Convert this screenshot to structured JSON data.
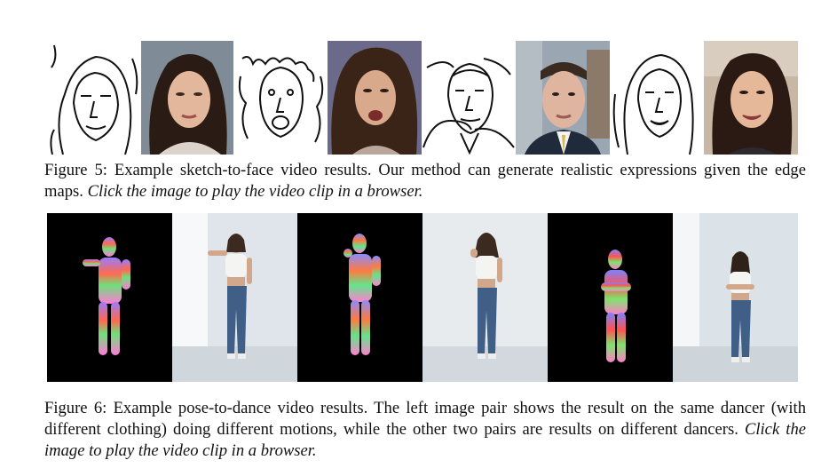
{
  "figure5": {
    "label": "Figure 5:",
    "text": "Example sketch-to-face video results. Our method can generate realistic expressions given the edge maps.",
    "link_text": "Click the image to play the video clip in a browser."
  },
  "figure6": {
    "label": "Figure 6:",
    "text": "Example pose-to-dance video results. The left image pair shows the result on the same dancer (with different clothing) doing different motions, while the other two pairs are results on different dancers.",
    "link_text": "Click the image to play the video clip in a browser."
  },
  "colors": {
    "sketch_bg": "#ffffff",
    "pose_bg": "#000000",
    "studio_bg": "#dfe5ea",
    "denim": "#3f5f86"
  }
}
